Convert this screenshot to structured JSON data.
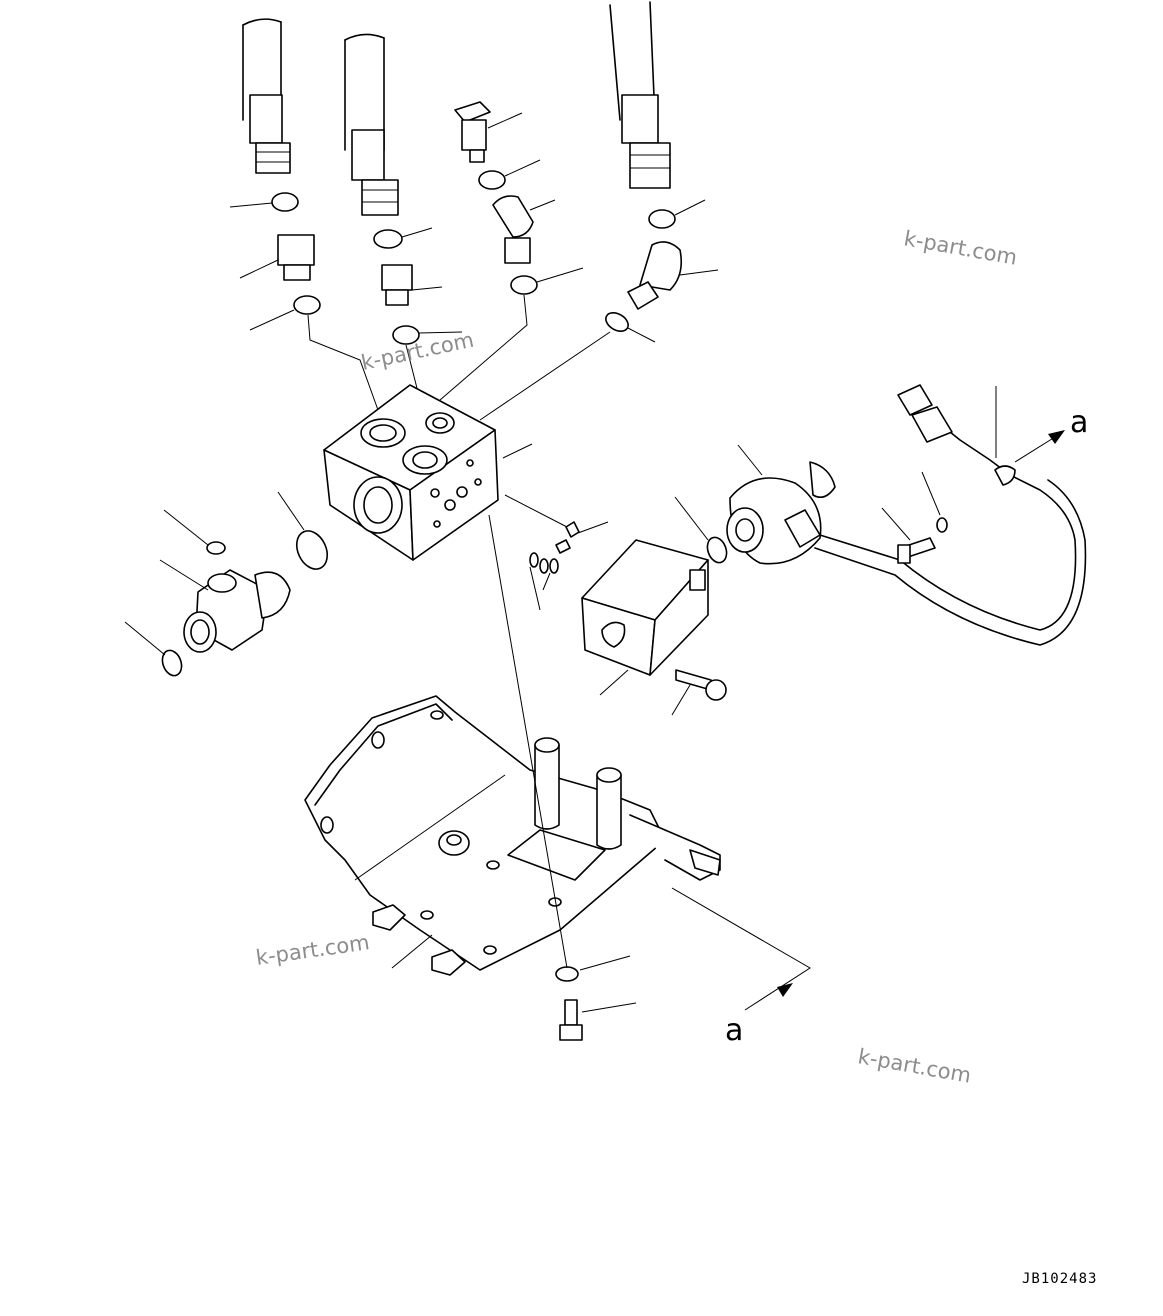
{
  "watermarks": [
    "k-part.com",
    "k-part.com",
    "k-part.com",
    "k-part.com"
  ],
  "view_refs": {
    "upper": "a",
    "lower": "a"
  },
  "drawing_code": "JB102483"
}
